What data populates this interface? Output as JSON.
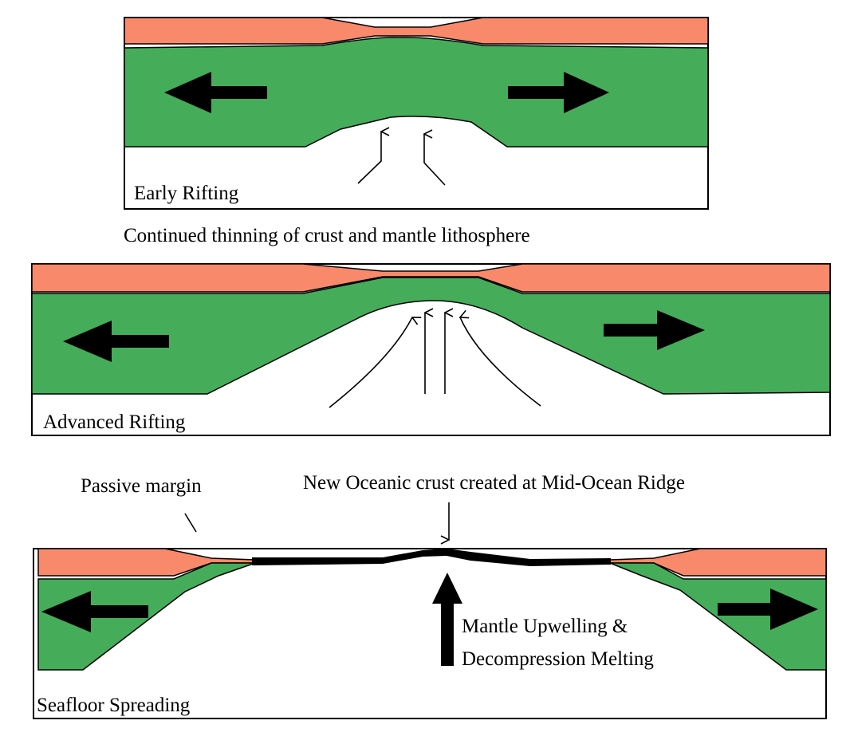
{
  "colors": {
    "crust": "#f8896b",
    "mantle": "#45ac5a",
    "outline": "#000000",
    "background": "#ffffff"
  },
  "panels": {
    "early": {
      "label": "Early Rifting"
    },
    "advanced": {
      "label": "Advanced Rifting"
    },
    "seafloor": {
      "label": "Seafloor Spreading"
    }
  },
  "annotations": {
    "between": "Continued thinning of crust and mantle lithosphere",
    "passive_margin": "Passive margin",
    "new_crust": "New Oceanic crust created at Mid-Ocean Ridge",
    "upwelling_line1": "Mantle Upwelling &",
    "upwelling_line2": "Decompression Melting"
  }
}
